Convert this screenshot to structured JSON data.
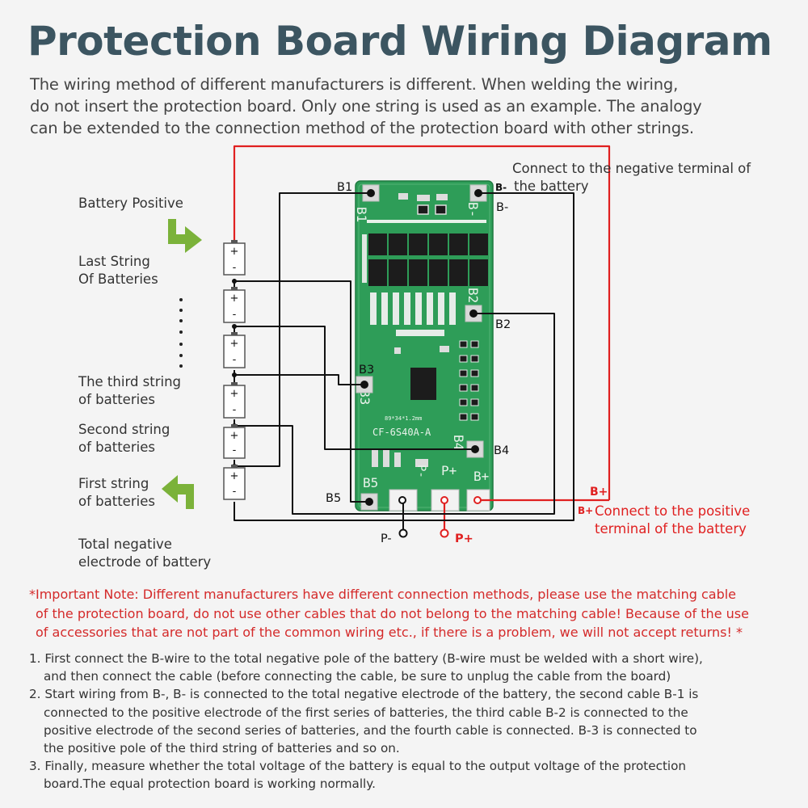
{
  "title": "Protection Board Wiring Diagram",
  "intro": [
    "The wiring method of different manufacturers is different. When welding the wiring,",
    "do not insert the protection board. Only one string is used as an example. The analogy",
    "can be extended to the connection method of the protection board with other strings."
  ],
  "labels": {
    "battery_positive": "Battery Positive",
    "last_string": [
      "Last String",
      "Of Batteries"
    ],
    "third_string": [
      "The third string",
      "of batteries"
    ],
    "second_string": [
      "Second string",
      "of batteries"
    ],
    "first_string": [
      "First string",
      "of batteries"
    ],
    "total_negative": [
      "Total negative",
      "electrode of battery"
    ],
    "connect_negative": [
      "Connect to the negative terminal of",
      "the battery"
    ],
    "connect_positive": [
      "Connect to the positive",
      "terminal of the battery"
    ]
  },
  "board": {
    "model": "CF-6S40A-A",
    "size_text": "89*34*1.2mm",
    "silk": {
      "b1": "B1",
      "bminus": "B-",
      "b2": "B2",
      "b3": "B3",
      "b4": "B4",
      "b5": "B5",
      "pminus": "P-",
      "pplus": "P+",
      "bplus": "B+"
    },
    "pads": {
      "b1": "B1",
      "bminus": "B-",
      "bminus_small": "B-",
      "b2": "B2",
      "b3": "B3",
      "b4": "B4",
      "b5": "B5",
      "bplus_small": "B+",
      "bplus": "B+",
      "pminus": "P-",
      "pplus": "P+"
    }
  },
  "cell_signs": {
    "plus": "+",
    "minus": "-"
  },
  "colors": {
    "title": "#3c5561",
    "red_wire": "#e02020",
    "black_wire": "#111111",
    "board_green": "#2a9a54",
    "arrow_green": "#7bb23a",
    "note_red": "#d42a2a"
  },
  "important_note": [
    "*Important Note: Different manufacturers have different connection methods, please use the matching cable",
    "of the protection board, do not use other cables that do not belong to the matching cable! Because of the use",
    "of accessories that are not part of the common wiring etc., if there is a problem, we will not accept returns! *"
  ],
  "steps": [
    [
      "1. First connect the B-wire to the total negative pole of the battery (B-wire must be welded with a short wire),",
      "and then connect the cable (before connecting the cable, be sure to unplug the cable from the board)"
    ],
    [
      "2. Start wiring from B-, B- is connected to the total negative electrode of the battery, the second cable B-1 is",
      "connected to the positive electrode of the first series of batteries, the third cable B-2 is connected to the",
      "positive electrode of the second series of batteries, and the fourth cable is connected. B-3 is connected to",
      "the positive pole of the third string of batteries and so on."
    ],
    [
      "3. Finally, measure whether the total voltage of the battery is equal to the output voltage of the protection",
      "board.The equal protection board is working normally."
    ]
  ]
}
